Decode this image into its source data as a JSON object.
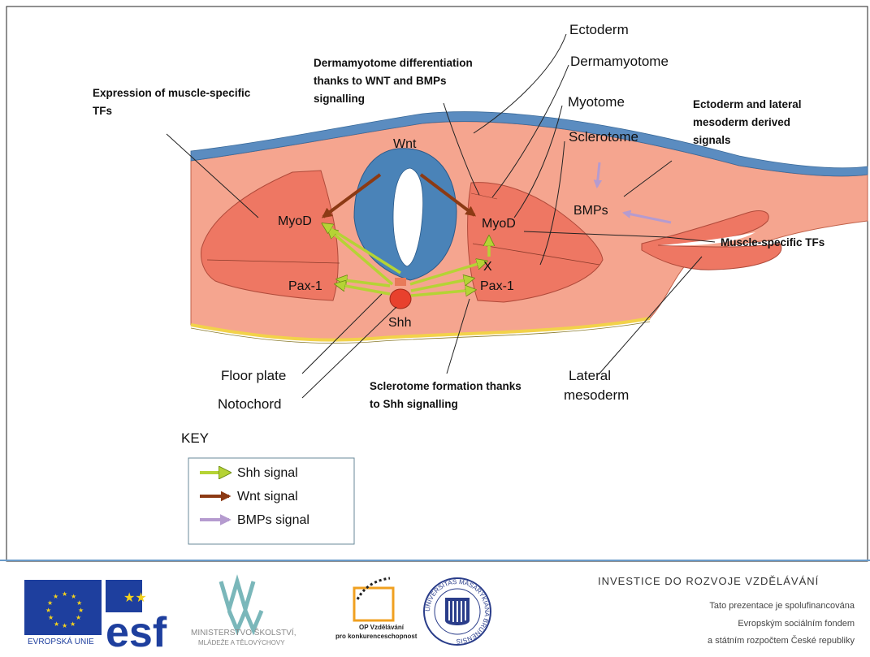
{
  "diagram": {
    "labels": {
      "ectoderm": "Ectoderm",
      "dermamyotome": "Dermamyotome",
      "myotome": "Myotome",
      "sclerotome": "Sclerotome",
      "wnt": "Wnt",
      "myod_left": "MyoD",
      "myod_right": "MyoD",
      "pax_left": "Pax-1",
      "pax_right": "Pax-1",
      "x": "X",
      "shh": "Shh",
      "bmps": "BMPs",
      "floor_plate": "Floor plate",
      "notochord": "Notochord",
      "lateral_mesoderm_1": "Lateral",
      "lateral_mesoderm_2": "mesoderm"
    },
    "annotations": {
      "expression_1": "Expression of muscle-specific",
      "expression_2": "TFs",
      "dermamyotome_diff_1": "Dermamyotome differentiation",
      "dermamyotome_diff_2": "thanks to WNT and BMPs",
      "dermamyotome_diff_3": "signalling",
      "ecto_lateral_1": "Ectoderm and lateral",
      "ecto_lateral_2": "mesoderm derived",
      "ecto_lateral_3": "signals",
      "muscle_tfs": "Muscle-specific TFs",
      "sclerotome_form_1": "Sclerotome formation thanks",
      "sclerotome_form_2": "to Shh signalling"
    },
    "key": {
      "title": "KEY",
      "items": [
        {
          "label": "Shh signal",
          "color": "#b5d335"
        },
        {
          "label": "Wnt signal",
          "color": "#8c3a14"
        },
        {
          "label": "BMPs signal",
          "color": "#b59bcf"
        }
      ]
    },
    "colors": {
      "tissue": "#f5a58f",
      "somite": "#ee7763",
      "ectoderm": "#5b8cc0",
      "neural_tube": "#4a83b8",
      "notochord": "#e8412d",
      "bottom_line": "#f2d24a"
    }
  },
  "footer": {
    "logos": {
      "eu_label": "EVROPSKÁ UNIE",
      "esf_label": "esf",
      "msmt_label_1": "MINISTERSTVO ŠKOLSTVÍ,",
      "msmt_label_2": "MLÁDEŽE A TĚLOVÝCHOVY",
      "op_label_1": "OP Vzdělávání",
      "op_label_2": "pro konkurenceschopnost",
      "muni_ring": "UNIVERSITAS MASARYKIANA BRUNENSIS"
    },
    "title": "INVESTICE DO ROZVOJE VZDĚLÁVÁNÍ",
    "lines": [
      "Tato prezentace je spolufinancována",
      "Evropským sociálním fondem",
      "a státním rozpočtem České republiky"
    ]
  }
}
